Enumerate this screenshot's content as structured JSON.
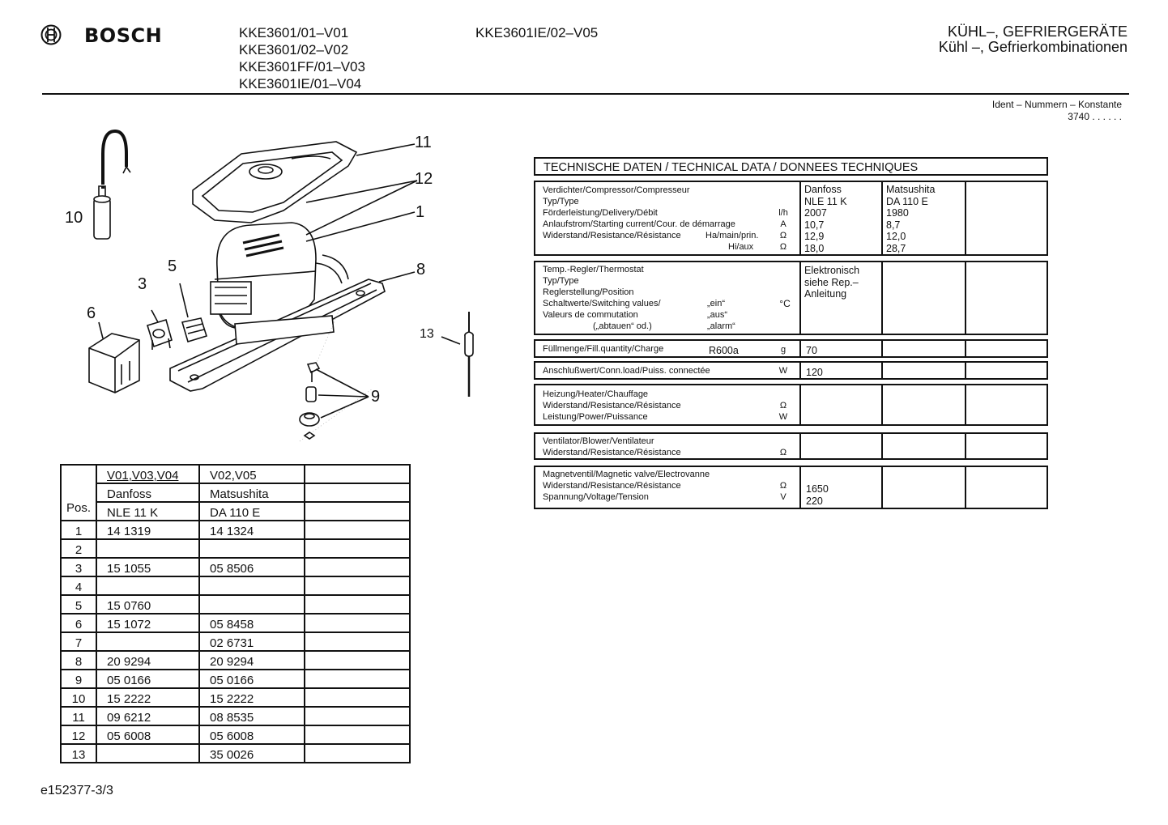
{
  "brand": {
    "name": "BOSCH"
  },
  "models_left": [
    "KKE3601/01–V01",
    "KKE3601/02–V02",
    "KKE3601FF/01–V03",
    "KKE3601IE/01–V04"
  ],
  "model_mid": "KKE3601IE/02–V05",
  "category": {
    "line1": "KÜHL–, GEFRIERGERÄTE",
    "line2": "Kühl –, Gefrierkombinationen"
  },
  "ident": {
    "label": "Ident – Nummern – Konstante",
    "value": "3740  .  .  .  .  .  ."
  },
  "diagram": {
    "callouts": [
      "11",
      "12",
      "1",
      "10",
      "5",
      "3",
      "8",
      "6",
      "13",
      "9"
    ]
  },
  "parts_table": {
    "pos_label": "Pos.",
    "header": [
      [
        "V01,V03,V04",
        "V02,V05",
        ""
      ],
      [
        "Danfoss",
        "Matsushita",
        ""
      ],
      [
        "NLE 11 K",
        "DA 110 E",
        ""
      ]
    ],
    "rows": [
      [
        "1",
        "14 1319",
        "14 1324",
        ""
      ],
      [
        "2",
        "",
        "",
        ""
      ],
      [
        "3",
        "15 1055",
        "05 8506",
        ""
      ],
      [
        "4",
        "",
        "",
        ""
      ],
      [
        "5",
        "15 0760",
        "",
        ""
      ],
      [
        "6",
        "15 1072",
        "05 8458",
        ""
      ],
      [
        "7",
        "",
        "02 6731",
        ""
      ],
      [
        "8",
        "20 9294",
        "20 9294",
        ""
      ],
      [
        "9",
        "05 0166",
        "05 0166",
        ""
      ],
      [
        "10",
        "15 2222",
        "15 2222",
        ""
      ],
      [
        "11",
        "09 6212",
        "08 8535",
        ""
      ],
      [
        "12",
        "05 6008",
        "05 6008",
        ""
      ],
      [
        "13",
        "",
        "35 0026",
        ""
      ]
    ]
  },
  "tech": {
    "title": "TECHNISCHE DATEN / TECHNICAL DATA / DONNEES TECHNIQUES",
    "compressor": {
      "labels": [
        "Verdichter/Compressor/Compresseur",
        "Typ/Type",
        "Förderleistung/Delivery/Débit",
        "Anlaufstrom/Starting current/Cour. de démarrage",
        "Widerstand/Resistance/Résistance",
        ""
      ],
      "sublabels": [
        "Ha/main/prin.",
        "Hi/aux"
      ],
      "units": [
        "l/h",
        "A",
        "Ω",
        "Ω"
      ],
      "col1": [
        "Danfoss",
        "NLE 11 K",
        "2007",
        "10,7",
        "12,9",
        "18,0"
      ],
      "col2": [
        "Matsushita",
        "DA 110 E",
        "1980",
        "8,7",
        "12,0",
        "28,7"
      ]
    },
    "thermostat": {
      "labels": [
        "Temp.-Regler/Thermostat",
        "Typ/Type",
        "Reglerstellung/Position",
        "Schaltwerte/Switching values/",
        "Valeurs de commutation",
        "(„abtauen“ od.)"
      ],
      "states": [
        "„ein“",
        "„aus“",
        "„alarm“"
      ],
      "unit": "°C",
      "col1": [
        "Elektronisch",
        "siehe Rep.–",
        "Anleitung"
      ]
    },
    "charge": {
      "label": "Füllmenge/Fill.quantity/Charge",
      "refrigerant": "R600a",
      "unit": "g",
      "value": "70"
    },
    "connection": {
      "label": "Anschlußwert/Conn.load/Puiss. connectée",
      "unit": "W",
      "value": "120"
    },
    "heater": {
      "labels": [
        "Heizung/Heater/Chauffage",
        "Widerstand/Resistance/Résistance",
        "Leistung/Power/Puissance"
      ],
      "units": [
        "Ω",
        "W"
      ]
    },
    "fan": {
      "labels": [
        "Ventilator/Blower/Ventilateur",
        "Widerstand/Resistance/Résistance"
      ],
      "unit": "Ω"
    },
    "valve": {
      "labels": [
        "Magnetventil/Magnetic valve/Electrovanne",
        "Widerstand/Resistance/Résistance",
        "Spannung/Voltage/Tension"
      ],
      "units": [
        "Ω",
        "V"
      ],
      "col1": [
        "1650",
        "220"
      ]
    }
  },
  "footer": "e152377-3/3"
}
